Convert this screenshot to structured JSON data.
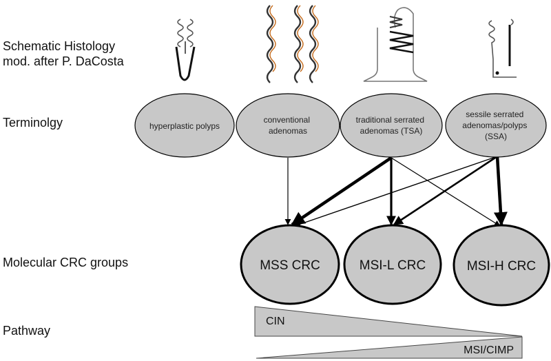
{
  "row_labels": {
    "histology_line1": "Schematic Histology",
    "histology_line2": "mod. after P. DaCosta",
    "terminology": "Terminolgy",
    "molecular": "Molecular CRC groups",
    "pathway": "Pathway"
  },
  "terminology_nodes": [
    {
      "lines": [
        "hyperplastic polyps"
      ]
    },
    {
      "lines": [
        "conventional",
        "adenomas"
      ]
    },
    {
      "lines": [
        "traditional serrated",
        "adenomas (TSA)"
      ]
    },
    {
      "lines": [
        "sessile serrated",
        "adenomas/polyps",
        "(SSA)"
      ]
    }
  ],
  "molecular_groups": [
    {
      "label": "MSS CRC"
    },
    {
      "label": "MSI-L CRC"
    },
    {
      "label": "MSI-H CRC"
    }
  ],
  "pathways": {
    "cin": "CIN",
    "msi_cimp": "MSI/CIMP"
  },
  "colors": {
    "node_fill": "#c8c8c8",
    "stroke": "#000000",
    "histology_accent": "#c46a1a"
  }
}
